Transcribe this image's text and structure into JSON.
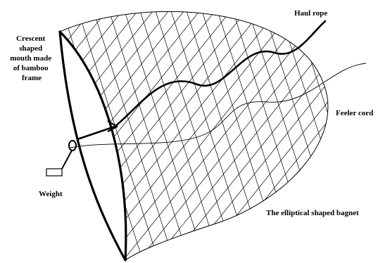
{
  "labels": {
    "mouth_line1": "Crescent",
    "mouth_line2": "shaped",
    "mouth_line3": "mouth made",
    "mouth_line4": "of bamboo",
    "mouth_line5": "frame",
    "haul_rope": "Haul rope",
    "feeler_cord": "Feeler cord",
    "weight": "Weight",
    "bagnet": "The elliptical shaped bagnet"
  },
  "colors": {
    "stroke": "#000000",
    "background": "#ffffff"
  }
}
